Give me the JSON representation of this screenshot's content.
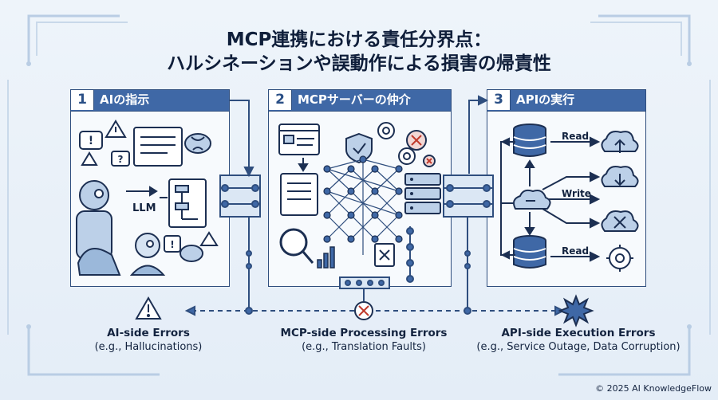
{
  "title": {
    "line1": "MCP連携における責任分界点：",
    "line2": "ハルシネーションや誤動作による損害の帰責性"
  },
  "panels": [
    {
      "number": "1",
      "label": "AIの指示"
    },
    {
      "number": "2",
      "label": "MCPサーバーの仲介"
    },
    {
      "number": "3",
      "label": "APIの実行"
    }
  ],
  "panel1": {
    "llm_label": "LLM"
  },
  "panel3": {
    "ops": [
      "Read",
      "Write",
      "Read"
    ]
  },
  "errors": [
    {
      "title": "AI-side Errors",
      "subtitle": "(e.g., Hallucinations)"
    },
    {
      "title": "MCP-side Processing Errors",
      "subtitle": "(e.g., Translation Faults)"
    },
    {
      "title": "API-side Execution Errors",
      "subtitle": "(e.g., Service Outage, Data Corruption)"
    }
  ],
  "footer": {
    "copyright": "© 2025 AI KnowledgeFlow"
  },
  "colors": {
    "accent": "#3f68a6",
    "dark": "#2f4e7e",
    "light": "#dbe7f4",
    "error_red": "#c0392b"
  },
  "icons": [
    "warning-icon",
    "question-icon",
    "brain-icon",
    "robot-head-icon",
    "flowchart-icon",
    "shield-icon",
    "gear-icon",
    "error-x-icon",
    "server-icon",
    "magnifier-icon",
    "bar-chart-icon",
    "database-icon",
    "cloud-link-icon",
    "cloud-upload-icon",
    "cloud-download-icon",
    "network-icon",
    "burst-icon"
  ]
}
